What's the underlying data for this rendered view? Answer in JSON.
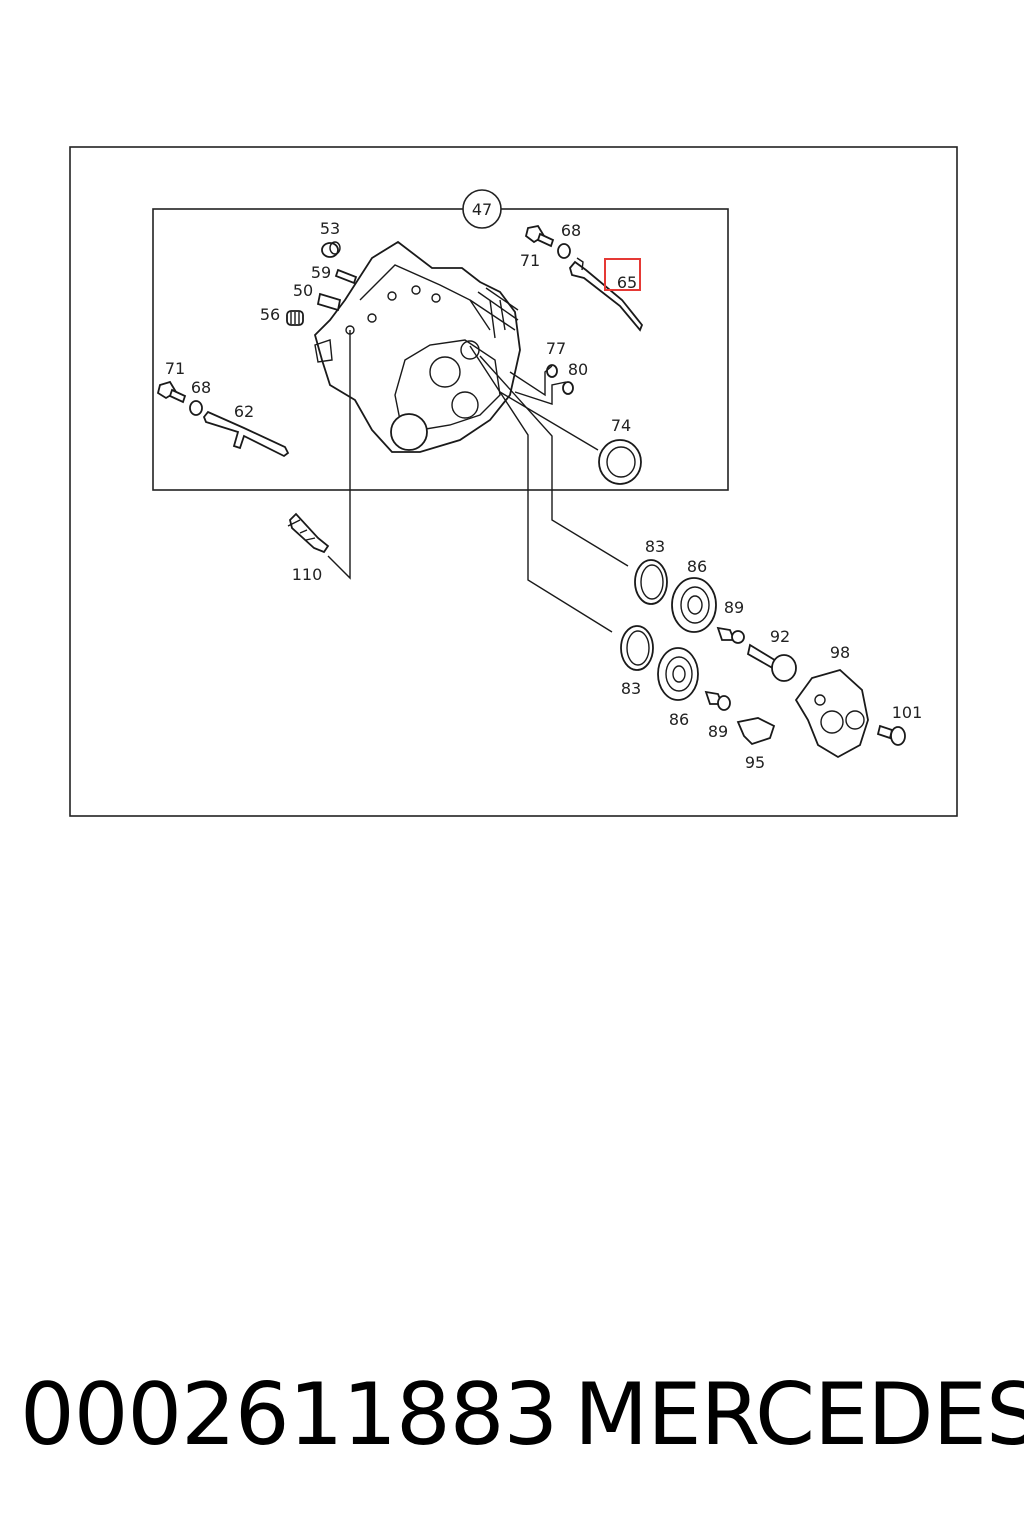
{
  "diagram": {
    "group_label": "47",
    "highlighted_label": "65",
    "highlight_color": "#e53935",
    "labels": [
      {
        "id": "53",
        "text": "53"
      },
      {
        "id": "59",
        "text": "59"
      },
      {
        "id": "50",
        "text": "50"
      },
      {
        "id": "56",
        "text": "56"
      },
      {
        "id": "71a",
        "text": "71"
      },
      {
        "id": "68a",
        "text": "68"
      },
      {
        "id": "62",
        "text": "62"
      },
      {
        "id": "71b",
        "text": "71"
      },
      {
        "id": "68b",
        "text": "68"
      },
      {
        "id": "77",
        "text": "77"
      },
      {
        "id": "80",
        "text": "80"
      },
      {
        "id": "74",
        "text": "74"
      },
      {
        "id": "110",
        "text": "110"
      },
      {
        "id": "83a",
        "text": "83"
      },
      {
        "id": "86a",
        "text": "86"
      },
      {
        "id": "89a",
        "text": "89"
      },
      {
        "id": "92",
        "text": "92"
      },
      {
        "id": "98",
        "text": "98"
      },
      {
        "id": "83b",
        "text": "83"
      },
      {
        "id": "86b",
        "text": "86"
      },
      {
        "id": "89b",
        "text": "89"
      },
      {
        "id": "95",
        "text": "95"
      },
      {
        "id": "101",
        "text": "101"
      }
    ]
  },
  "footer": {
    "part_number": "0002611883",
    "brand": "MERCEDES"
  }
}
